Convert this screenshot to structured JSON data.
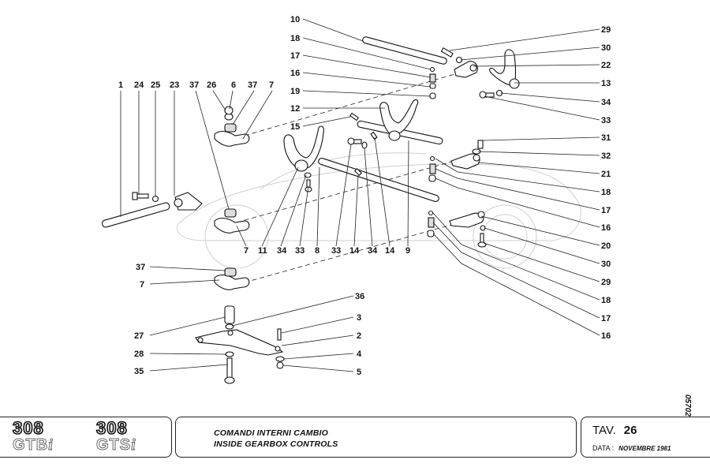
{
  "document": {
    "title_it": "COMANDI INTERNI CAMBIO",
    "title_en": "INSIDE GEARBOX CONTROLS",
    "tav_label": "TAV.",
    "tav_number": "26",
    "data_label": "DATA :",
    "data_value": "NOVEMBRE 1981",
    "doc_code": "05702",
    "logos": [
      {
        "number": "308",
        "model": "GTB",
        "suffix": "i"
      },
      {
        "number": "308",
        "model": "GTS",
        "suffix": "i"
      }
    ]
  },
  "callouts": {
    "top_row": [
      "1",
      "24",
      "25",
      "23",
      "37",
      "26",
      "6",
      "37",
      "7"
    ],
    "bottom_row": [
      "7",
      "11",
      "34",
      "33",
      "8",
      "33",
      "14",
      "34",
      "14",
      "9"
    ],
    "center_left": [
      "10",
      "18",
      "17",
      "16",
      "19",
      "12",
      "15"
    ],
    "right_column": [
      "29",
      "30",
      "22",
      "13",
      "34",
      "33",
      "31",
      "32",
      "21",
      "18",
      "17",
      "16",
      "20",
      "30",
      "29",
      "18",
      "17",
      "16"
    ],
    "lower_left": [
      "37",
      "7",
      "27",
      "28",
      "35"
    ],
    "lower_right": [
      "36",
      "3",
      "2",
      "4",
      "5"
    ]
  }
}
